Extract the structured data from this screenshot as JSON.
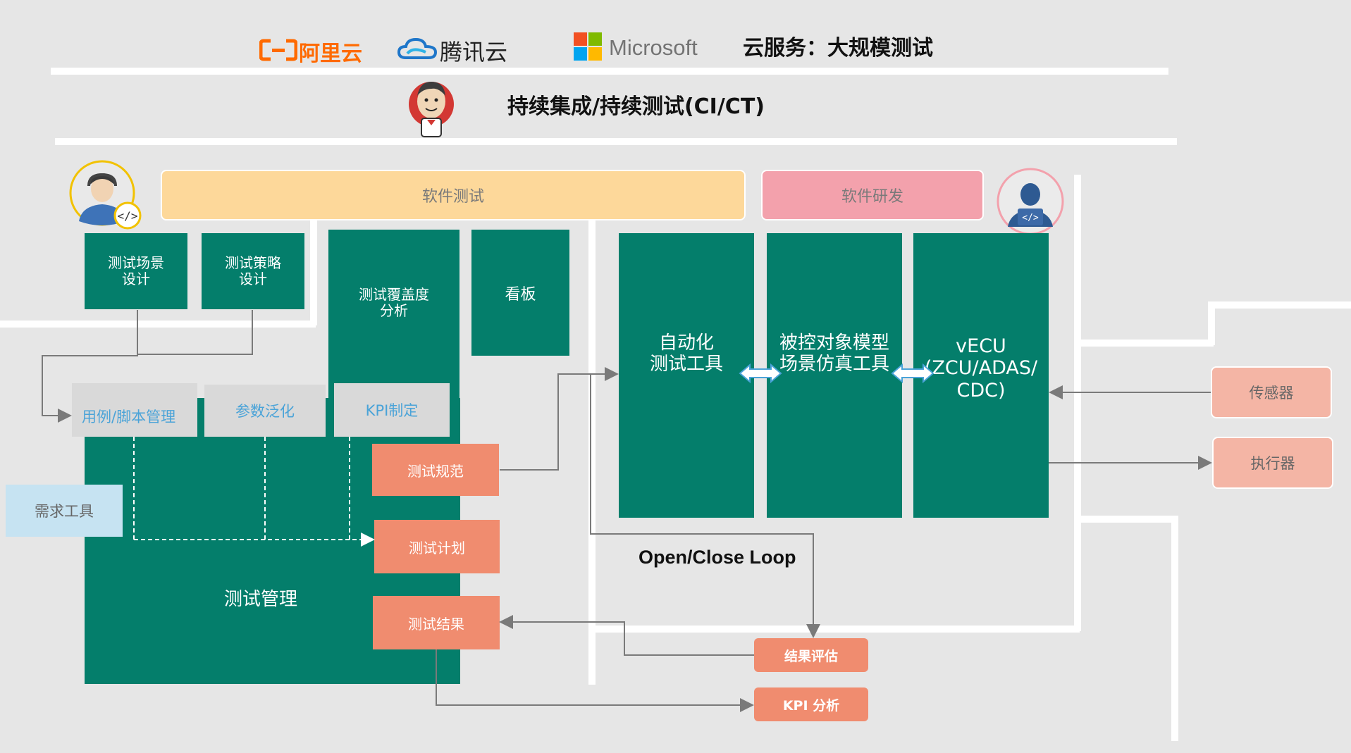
{
  "header": {
    "cloud_aliyun": "阿里云",
    "cloud_tencent": "腾讯云",
    "cloud_microsoft": "Microsoft",
    "cloud_service_title": "云服务：大规模测试",
    "cicd_title": "持续集成/持续测试(CI/CT)"
  },
  "banners": {
    "software_testing": "软件测试",
    "software_dev": "软件研发"
  },
  "left": {
    "test_scene_design": "测试场景\n设计",
    "test_strategy_design": "测试策略\n设计",
    "coverage_analysis": "测试覆盖度\n分析",
    "kanban": "看板",
    "case_script_mgmt": "用例/脚本管理",
    "param_generalization": "参数泛化",
    "kpi_setting": "KPI制定",
    "requirement_tool": "需求工具",
    "test_management": "测试管理",
    "test_spec": "测试规范",
    "test_plan": "测试计划",
    "test_result": "测试结果"
  },
  "right": {
    "auto_test_tool": "自动化\n测试工具",
    "plant_model_tool": "被控对象模型\n场景仿真工具",
    "vecu": "vECU\n(ZCU/ADAS/\nCDC)",
    "sensor": "传感器",
    "actuator": "执行器",
    "loop_label": "Open/Close Loop",
    "result_eval": "结果评估",
    "kpi_analysis": "KPI 分析"
  },
  "colors": {
    "teal": "#047e6b",
    "salmon": "#f08c6f",
    "light_salmon": "#f4b5a5",
    "yellow": "#fdd89a",
    "pink": "#f3a1ac",
    "light_blue": "#c6e3f2",
    "aliyun_orange": "#ff6a00",
    "tencent_blue": "#1e76c9"
  },
  "icons": [
    "aliyun-logo-icon",
    "tencent-cloud-icon",
    "microsoft-logo-icon",
    "jenkins-icon",
    "tester-avatar-icon",
    "developer-avatar-icon"
  ]
}
